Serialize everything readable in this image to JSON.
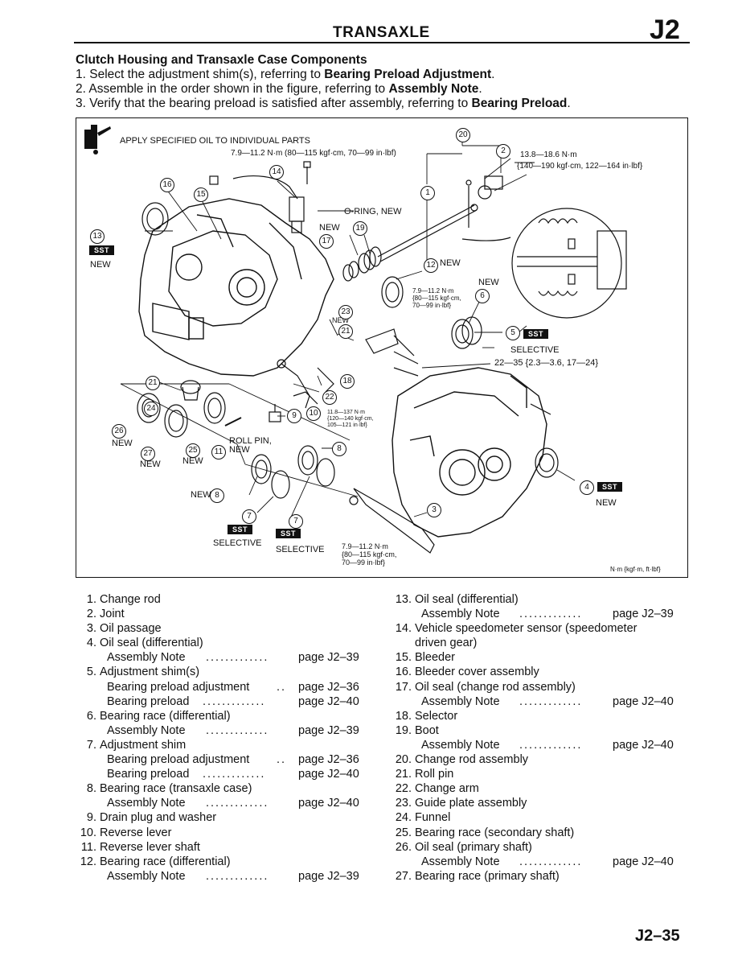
{
  "header": {
    "title": "TRANSAXLE",
    "section": "J2"
  },
  "intro": {
    "heading": "Clutch Housing and Transaxle Case Components",
    "steps": [
      {
        "pre": "1. Select the adjustment shim(s), referring to ",
        "bold": "Bearing Preload Adjustment",
        "post": "."
      },
      {
        "pre": "2. Assemble in the order shown in the figure, referring to ",
        "bold": "Assembly Note",
        "post": "."
      },
      {
        "pre": "3. Verify that the bearing preload is satisfied after assembly, referring to ",
        "bold": "Bearing Preload",
        "post": "."
      }
    ]
  },
  "figure": {
    "oil_note": "APPLY SPECIFIED OIL TO INDIVIDUAL PARTS",
    "torque_top": "7.9—11.2 N·m (80—115 kgf·cm, 70—99 in·lbf)",
    "torque_right_1": "13.8—18.6 N·m",
    "torque_right_2": "{140—190 kgf·cm, 122—164 in·lbf}",
    "oring_new": "O-RING, NEW",
    "new": "NEW",
    "sst": "SST",
    "selective": "SELECTIVE",
    "roll_pin_1": "ROLL PIN,",
    "roll_pin_2": "NEW",
    "torque_mid_small": "7.9—11.2 N·m\n{80—115 kgf·cm,\n70—99 in·lbf}",
    "torque_bolts": "22—35 {2.3—3.6, 17—24}",
    "torque_lever_small": "11.8—137 N·m\n{120—140 kgf·cm,\n105—121 in·lbf}",
    "torque_bottom": "7.9—11.2 N·m\n{80—115 kgf·cm,\n70—99 in·lbf}",
    "units": "N·m {kgf·m, ft·lbf}",
    "callouts": [
      "1",
      "2",
      "3",
      "4",
      "5",
      "6",
      "7",
      "8",
      "9",
      "10",
      "11",
      "12",
      "13",
      "14",
      "15",
      "16",
      "17",
      "18",
      "19",
      "20",
      "21",
      "22",
      "23",
      "24",
      "25",
      "26",
      "27"
    ]
  },
  "parts_left": [
    {
      "num": "1.",
      "name": "Change rod"
    },
    {
      "num": "2.",
      "name": "Joint"
    },
    {
      "num": "3.",
      "name": "Oil passage"
    },
    {
      "num": "4.",
      "name": "Oil seal (differential)"
    },
    {
      "sub": "Assembly Note",
      "dots": ".............",
      "page": "page J2–39"
    },
    {
      "num": "5.",
      "name": "Adjustment shim(s)"
    },
    {
      "sub": "Bearing preload adjustment",
      "dots": "..",
      "page": "page J2–36"
    },
    {
      "sub": "Bearing preload",
      "dots": ".............",
      "page": "page J2–40"
    },
    {
      "num": "6.",
      "name": "Bearing race (differential)"
    },
    {
      "sub": "Assembly Note",
      "dots": ".............",
      "page": "page J2–39"
    },
    {
      "num": "7.",
      "name": "Adjustment shim"
    },
    {
      "sub": "Bearing preload adjustment",
      "dots": "..",
      "page": "page J2–36"
    },
    {
      "sub": "Bearing preload",
      "dots": ".............",
      "page": "page J2–40"
    },
    {
      "num": "8.",
      "name": "Bearing race (transaxle case)"
    },
    {
      "sub": "Assembly Note",
      "dots": ".............",
      "page": "page J2–40"
    },
    {
      "num": "9.",
      "name": "Drain plug and washer"
    },
    {
      "num": "10.",
      "name": "Reverse lever"
    },
    {
      "num": "11.",
      "name": "Reverse lever shaft"
    },
    {
      "num": "12.",
      "name": "Bearing race (differential)"
    },
    {
      "sub": "Assembly Note",
      "dots": ".............",
      "page": "page J2–39"
    }
  ],
  "parts_right": [
    {
      "num": "13.",
      "name": "Oil seal (differential)"
    },
    {
      "sub": "Assembly Note",
      "dots": ".............",
      "page": "page J2–39"
    },
    {
      "num": "14.",
      "name": "Vehicle speedometer sensor (speedometer"
    },
    {
      "cont": "driven gear)"
    },
    {
      "num": "15.",
      "name": "Bleeder"
    },
    {
      "num": "16.",
      "name": "Bleeder cover assembly"
    },
    {
      "num": "17.",
      "name": "Oil seal (change rod assembly)"
    },
    {
      "sub": "Assembly Note",
      "dots": ".............",
      "page": "page J2–40"
    },
    {
      "num": "18.",
      "name": "Selector"
    },
    {
      "num": "19.",
      "name": "Boot"
    },
    {
      "sub": "Assembly Note",
      "dots": ".............",
      "page": "page J2–40"
    },
    {
      "num": "20.",
      "name": "Change rod assembly"
    },
    {
      "num": "21.",
      "name": "Roll pin"
    },
    {
      "num": "22.",
      "name": "Change arm"
    },
    {
      "num": "23.",
      "name": "Guide plate assembly"
    },
    {
      "num": "24.",
      "name": "Funnel"
    },
    {
      "num": "25.",
      "name": "Bearing race (secondary shaft)"
    },
    {
      "num": "26.",
      "name": "Oil seal (primary shaft)"
    },
    {
      "sub": "Assembly Note",
      "dots": ".............",
      "page": "page J2–40"
    },
    {
      "num": "27.",
      "name": "Bearing race (primary shaft)"
    }
  ],
  "footer": {
    "page_number": "J2–35"
  }
}
